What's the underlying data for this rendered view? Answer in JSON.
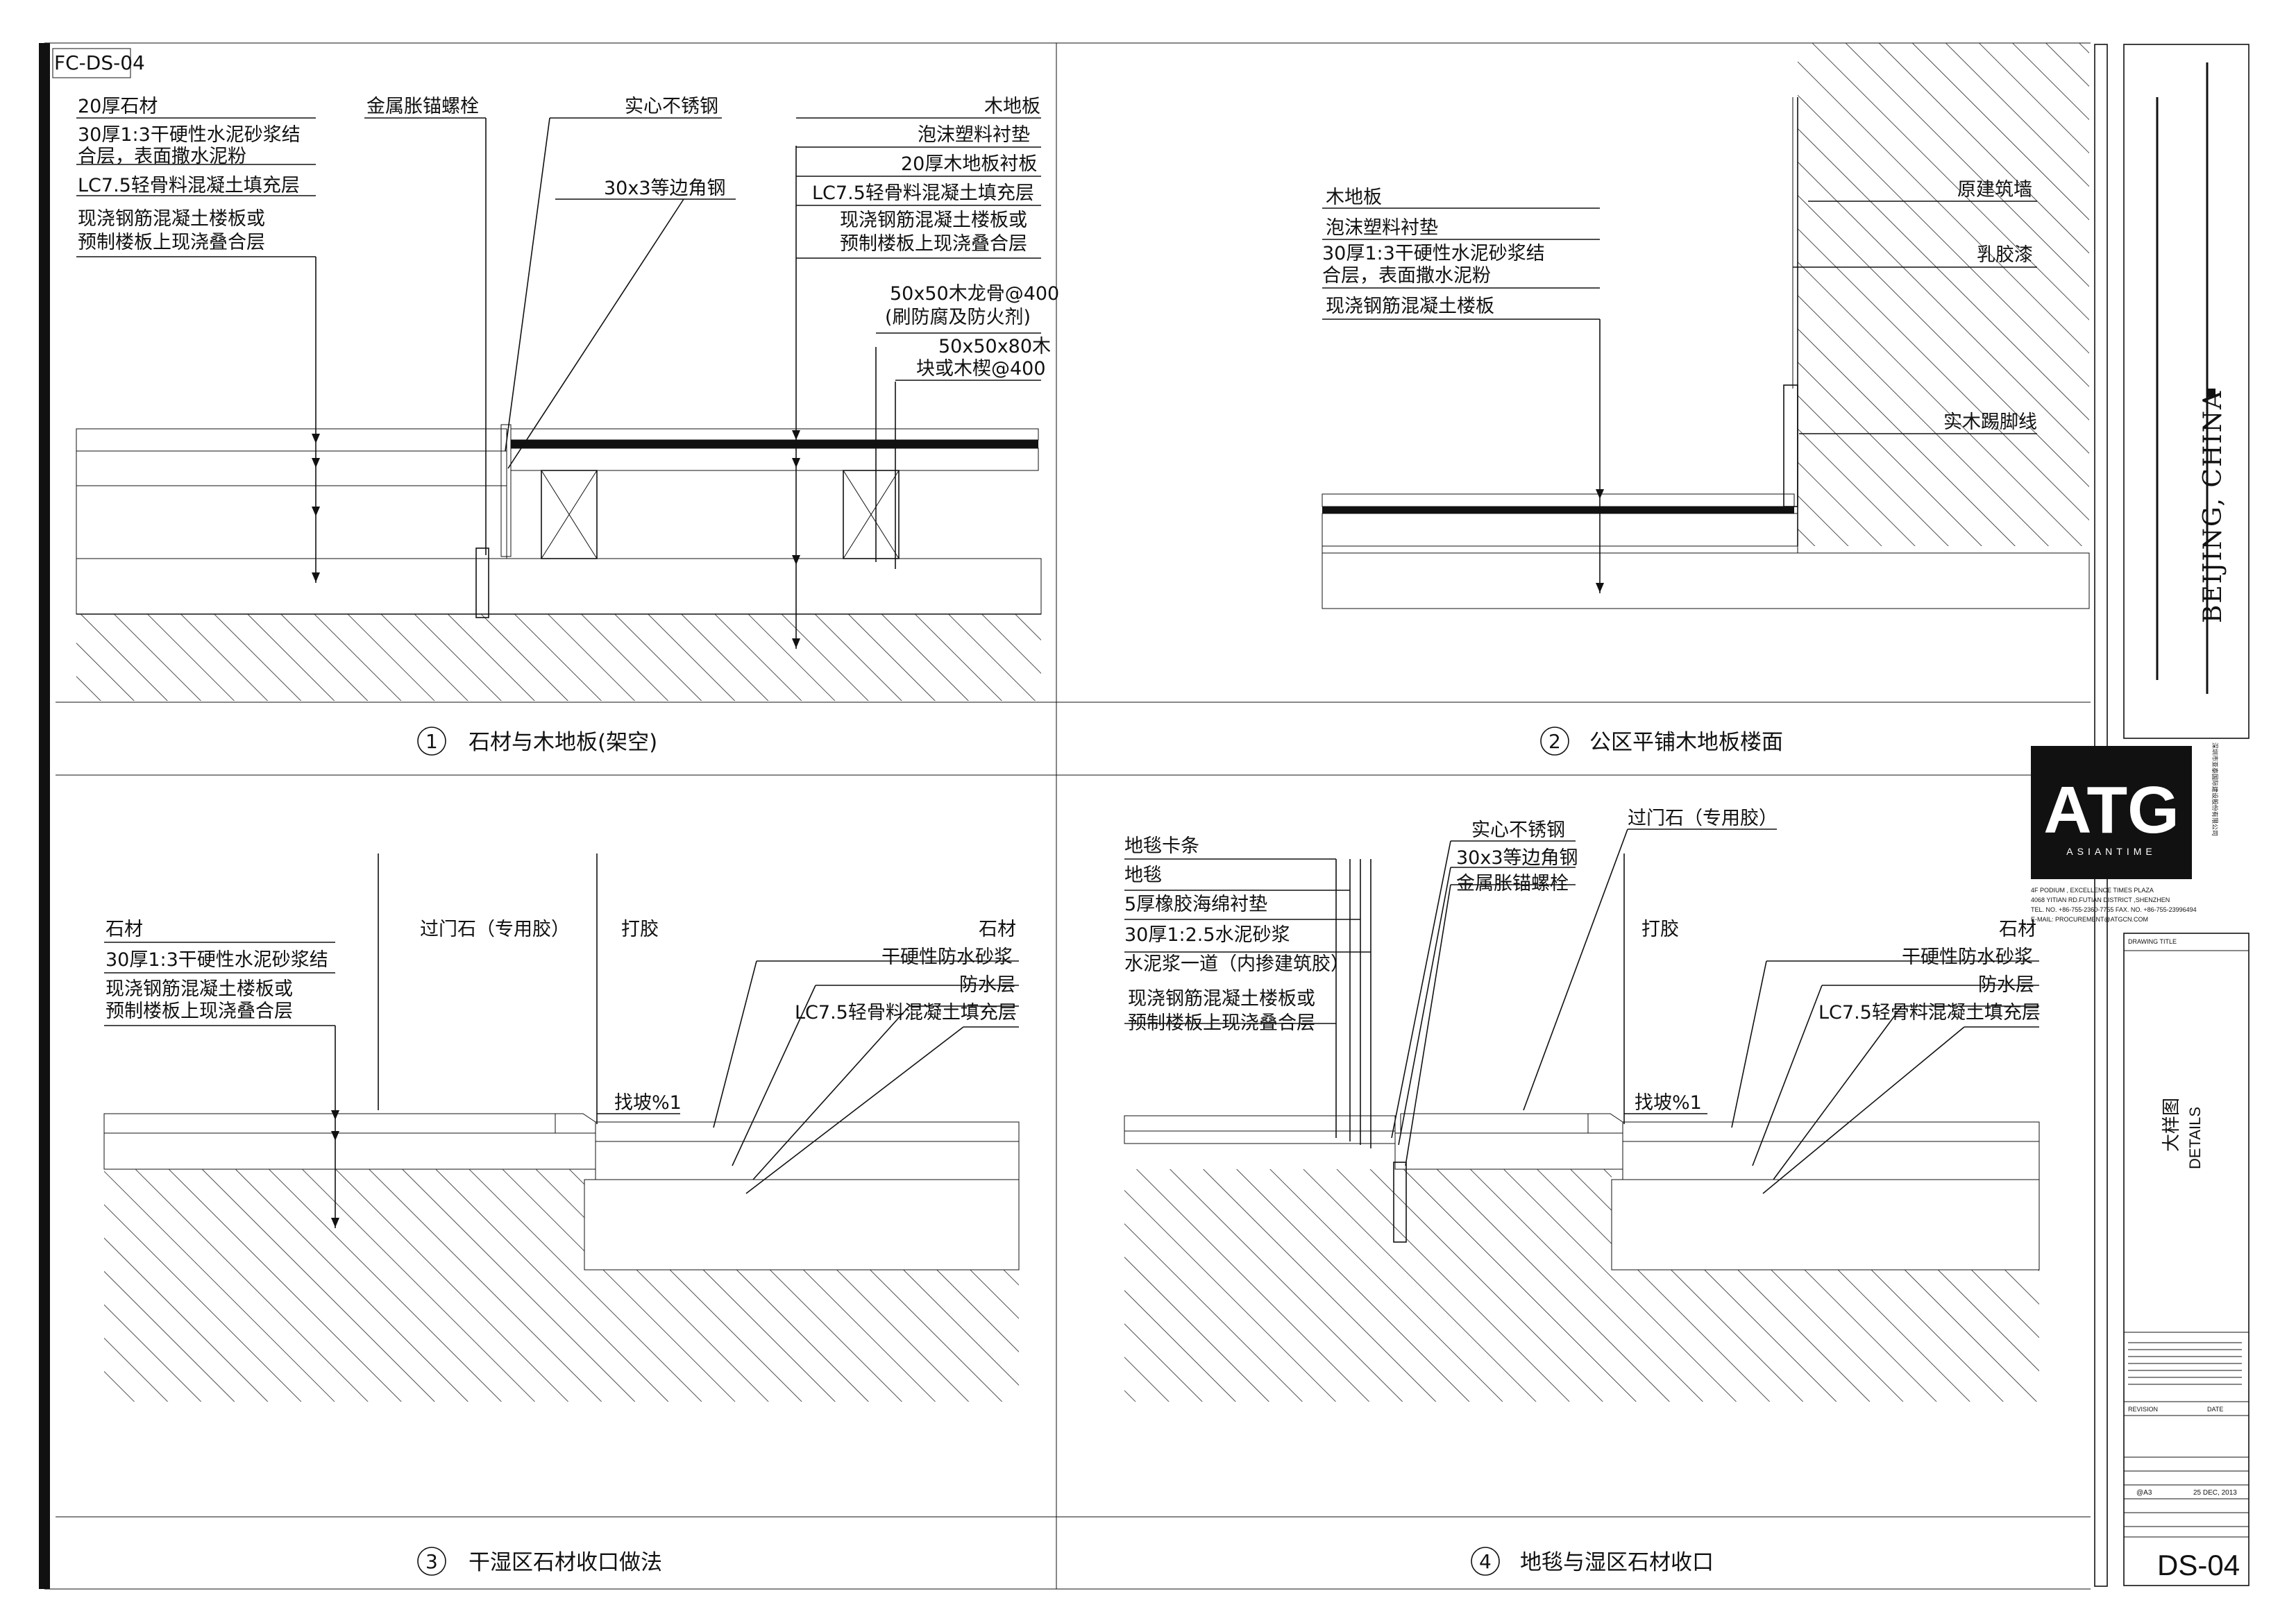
{
  "drawing_code": "FC-DS-04",
  "panel1": {
    "caption_num": "1",
    "caption": "石材与木地板(架空)",
    "left_labels": [
      "20厚石材",
      "30厚1:3干硬性水泥砂浆结",
      "合层，表面撒水泥粉",
      "LC7.5轻骨料混凝土填充层",
      "现浇钢筋混凝土楼板或",
      "预制楼板上现浇叠合层"
    ],
    "anchor_bolt": "金属胀锚螺栓",
    "steel": "实心不锈钢",
    "angle": "30x3等边角钢",
    "right_labels": [
      "木地板",
      "泡沫塑料衬垫",
      "20厚木地板衬板",
      "LC7.5轻骨料混凝土填充层",
      "现浇钢筋混凝土楼板或",
      "预制楼板上现浇叠合层"
    ],
    "joist": [
      "50x50木龙骨@400",
      "(刷防腐及防火剂)"
    ],
    "block": [
      "50x50x80木",
      "块或木楔@400"
    ]
  },
  "panel2": {
    "caption_num": "2",
    "caption": "公区平铺木地板楼面",
    "labels": [
      "木地板",
      "泡沫塑料衬垫",
      "30厚1:3干硬性水泥砂浆结",
      "合层，表面撒水泥粉",
      "现浇钢筋混凝土楼板"
    ],
    "wall": "原建筑墙",
    "paint": "乳胶漆",
    "skirting": "实木踢脚线"
  },
  "panel3": {
    "caption_num": "3",
    "caption": "干湿区石材收口做法",
    "left_labels": [
      "石材",
      "30厚1:3干硬性水泥砂浆结",
      "现浇钢筋混凝土楼板或",
      "预制楼板上现浇叠合层"
    ],
    "threshold": "过门石（专用胶）",
    "sealant": "打胶",
    "right_labels": [
      "石材",
      "干硬性防水砂浆",
      "防水层",
      "LC7.5轻骨料混凝土填充层"
    ],
    "slope": "找坡%1"
  },
  "panel4": {
    "caption_num": "4",
    "caption": "地毯与湿区石材收口",
    "left_labels": [
      "地毯卡条",
      "地毯",
      "5厚橡胶海绵衬垫",
      "30厚1:2.5水泥砂浆",
      "水泥浆一道（内掺建筑胶）",
      "现浇钢筋混凝土楼板或",
      "预制楼板上现浇叠合层"
    ],
    "mid_labels": [
      "实心不锈钢",
      "30x3等边角钢",
      "金属胀锚螺栓"
    ],
    "threshold": "过门石（专用胶）",
    "sealant": "打胶",
    "right_labels": [
      "石材",
      "干硬性防水砂浆",
      "防水层",
      "LC7.5轻骨料混凝土填充层"
    ],
    "slope": "找坡%1"
  },
  "titleblock": {
    "location": "BEIJING, CHINA",
    "logo": "ATG",
    "logo_sub": "ASIANTIME",
    "company_cn": "深圳市亚泰国际建设股份有限公司",
    "address": [
      "4F PODIUM , EXCELLENCE TIMES PLAZA",
      "4068 YITIAN RD.FUTIAN DISTRICT ,SHENZHEN",
      "TEL. NO. +86-755-2360-7755    FAX. NO. +86-755-23996494",
      "E-MAIL: PROCUREMENT@ATGCN.COM"
    ],
    "drawing_title_label": "DRAWING TITLE",
    "drawing_title_cn": "大样图",
    "drawing_title_en": "DETAILS",
    "revision_label": "REVISION",
    "date_label": "DATE",
    "date": "25 DEC, 2013",
    "scale": "@A3",
    "sheet_no": "DS-04"
  }
}
